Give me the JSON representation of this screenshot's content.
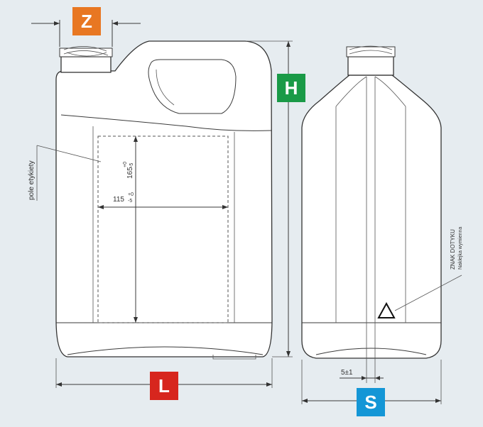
{
  "colors": {
    "Z": "#e87722",
    "H": "#1a9a47",
    "L": "#d7261e",
    "S": "#1496d6"
  },
  "badges": {
    "z": "Z",
    "h": "H",
    "l": "L",
    "s": "S"
  },
  "annotations": {
    "label_area": "pole etykiety",
    "width_dim": "115",
    "width_tol_plus": "+0",
    "width_tol_minus": "-5",
    "height_dim": "165",
    "height_tol_plus": "+0",
    "height_tol_minus": "-5",
    "thickness_dim": "5±1",
    "mark_line1": "ZNAK DOTYKU",
    "mark_line2": "Naklejka wymienna"
  }
}
